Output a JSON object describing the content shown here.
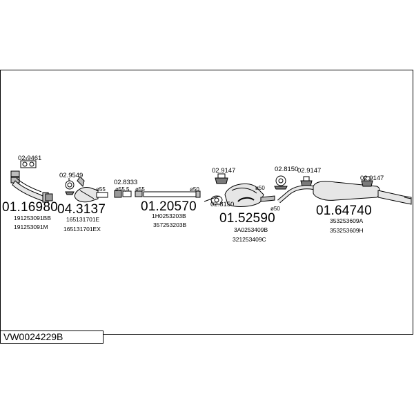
{
  "diagram_code": "VW0024229B",
  "parts": [
    {
      "id": "p1",
      "number": "01.16980",
      "oem": [
        "191253091BB",
        "191253091M"
      ]
    },
    {
      "id": "p2",
      "number": "04.3137",
      "oem": [
        "165131701E",
        "165131701EX"
      ]
    },
    {
      "id": "p3",
      "number": "01.20570",
      "oem": [
        "1H0253203B",
        "357253203B"
      ]
    },
    {
      "id": "p4",
      "number": "01.52590",
      "oem": [
        "3A0253409B",
        "321253409C"
      ]
    },
    {
      "id": "p5",
      "number": "01.64740",
      "oem": [
        "353253609A",
        "353253609H"
      ]
    }
  ],
  "accessories": {
    "a1": "02.9461",
    "a2": "02.9549",
    "a3": "02.8333",
    "a4": "02.9147",
    "a5": "02.8150",
    "a6": "02.8150",
    "a7": "02.9147",
    "a8": "02.9147"
  },
  "diameters": {
    "d1": "ø55",
    "d2": "ø55,5",
    "d3": "ø55",
    "d4": "ø50",
    "d5": "ø50",
    "d6": "ø50"
  },
  "colors": {
    "line": "#000000",
    "fill_light": "#e6e6e6",
    "fill_mid": "#bdbdbd",
    "fill_dark": "#7a7a7a"
  }
}
